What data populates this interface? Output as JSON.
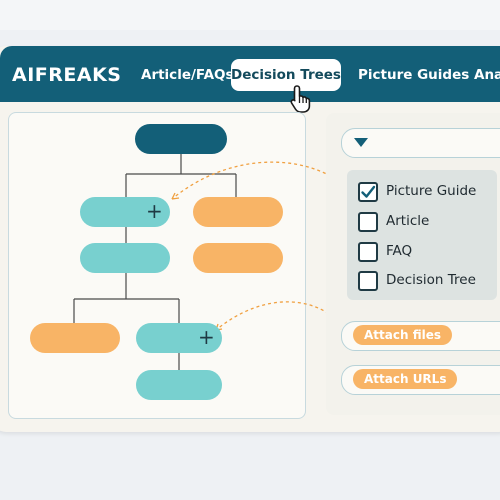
{
  "app": {
    "brand": "AIFREAKS"
  },
  "nav": {
    "items": [
      "Article/FAQs",
      "Decision Trees",
      "Picture Guides",
      "Ana"
    ],
    "active_index": 1
  },
  "filter": {
    "options": [
      {
        "label": "Picture Guide",
        "checked": true
      },
      {
        "label": "Article",
        "checked": false
      },
      {
        "label": "FAQ",
        "checked": false
      },
      {
        "label": "Decision Tree",
        "checked": false
      }
    ]
  },
  "attach": {
    "files_label": "Attach files",
    "urls_label": "Attach URLs"
  },
  "icons": {
    "plus": "+",
    "dropdown": "triangle-down-icon",
    "cursor": "hand-pointer-icon"
  },
  "colors": {
    "navbar": "#135f78",
    "teal_node": "#78d0cf",
    "orange_node": "#f8b466",
    "root_node": "#135f78",
    "connector_dash": "#f0a040"
  }
}
